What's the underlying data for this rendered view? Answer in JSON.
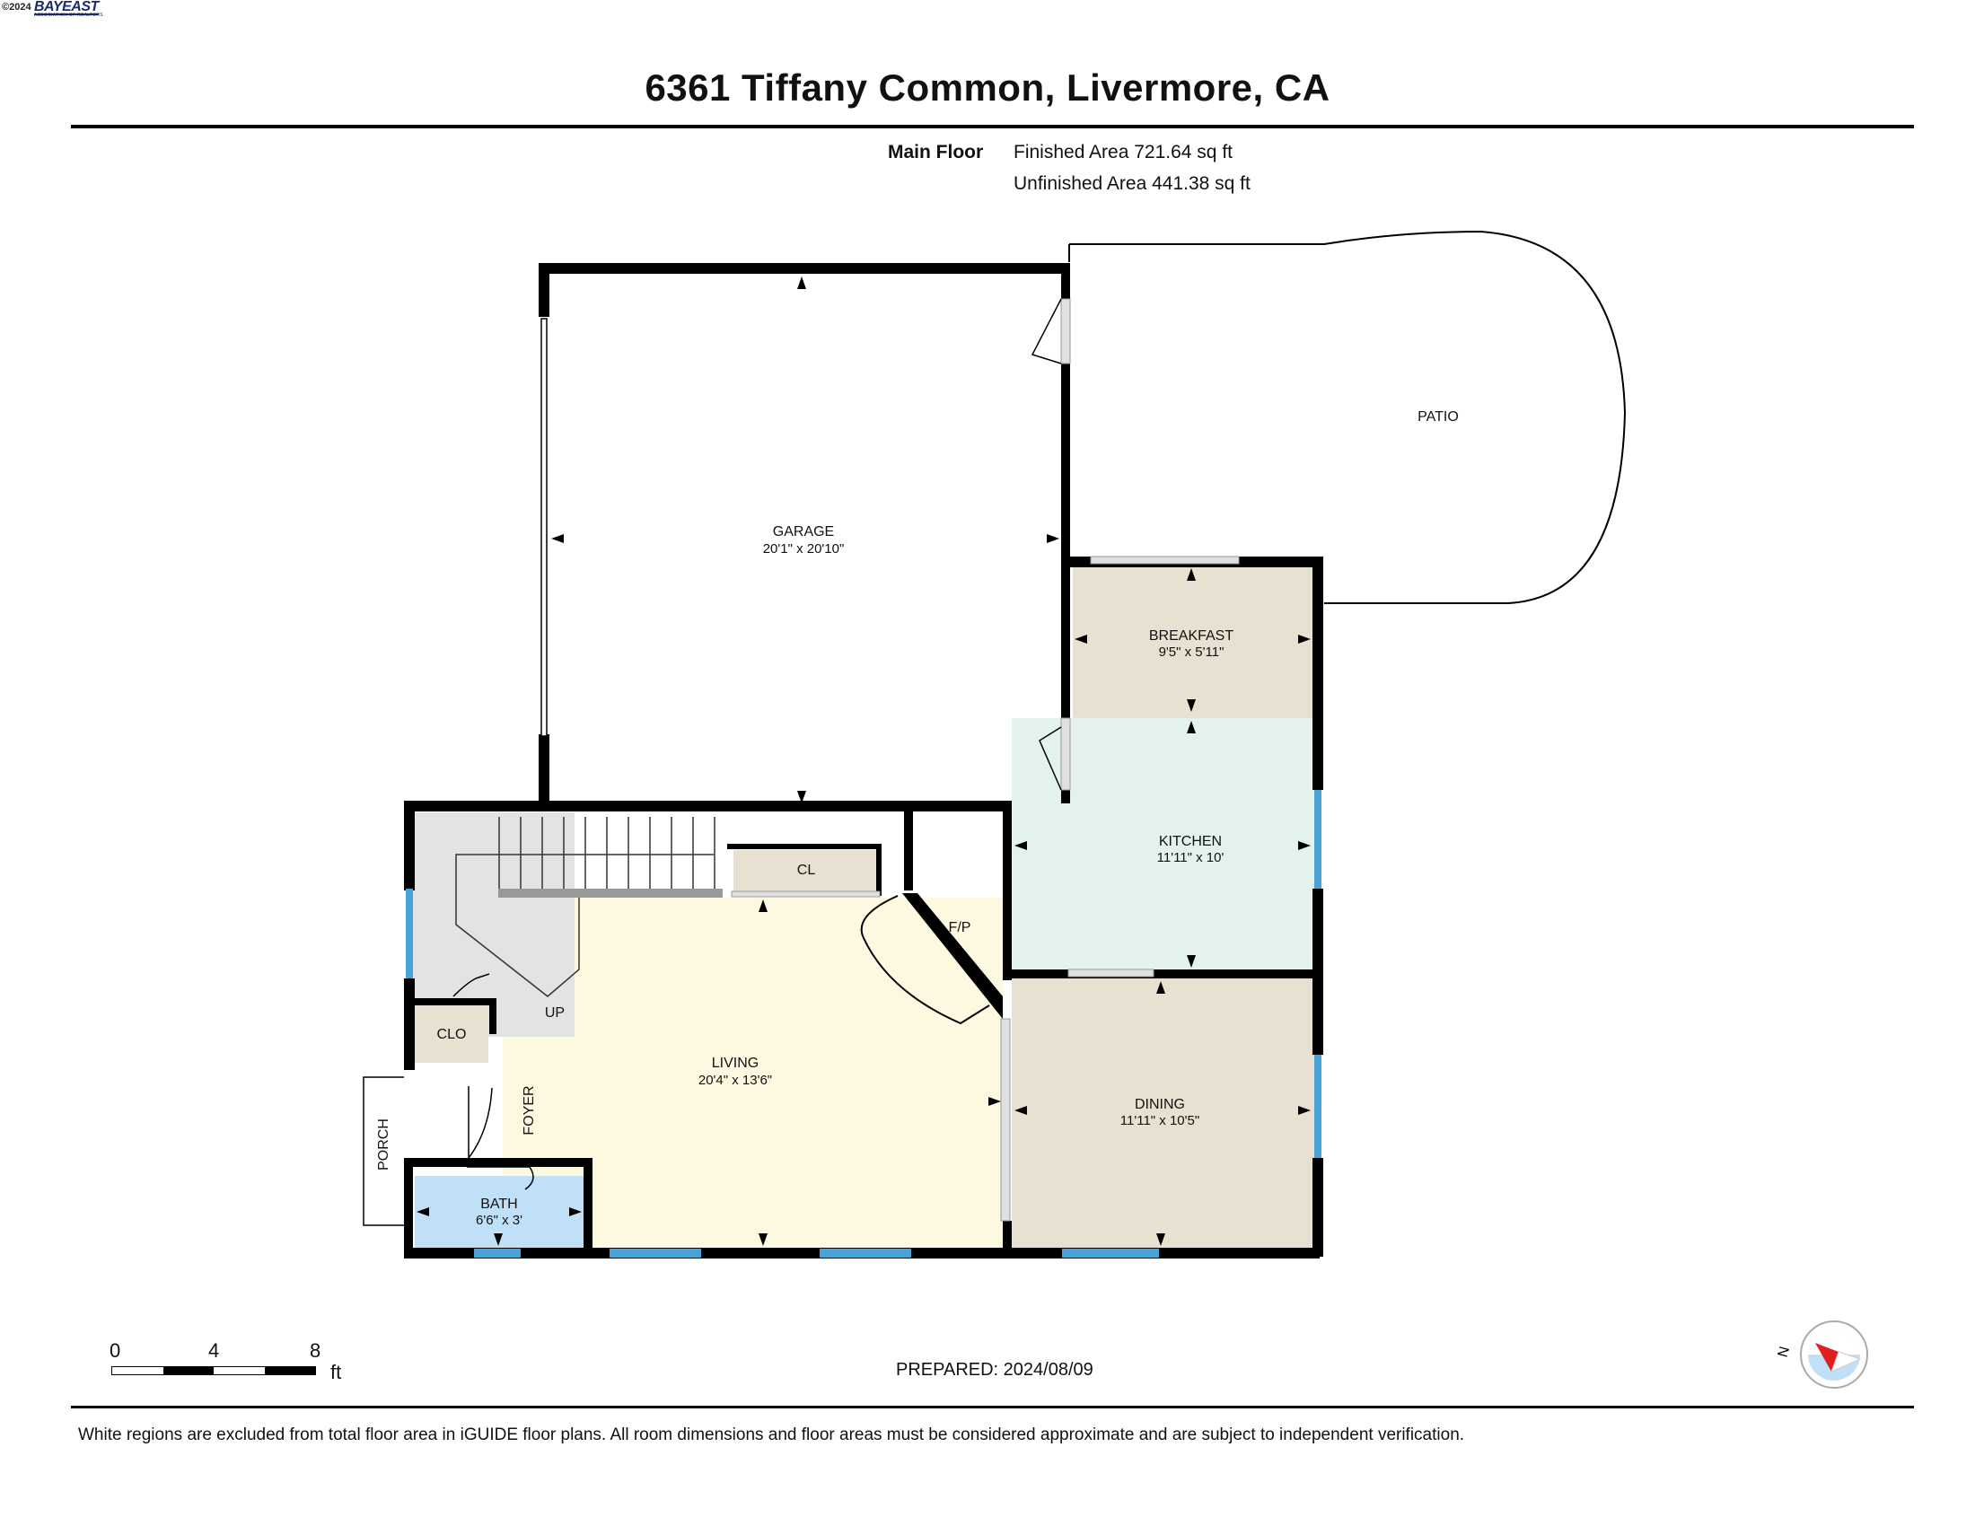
{
  "header": {
    "copyright": "©2024",
    "logo": "BAYEAST",
    "logo_sub": "ASSOCIATION OF REALTORS",
    "title": "6361 Tiffany Common, Livermore, CA"
  },
  "floor": {
    "name": "Main Floor",
    "finished_area": "Finished Area 721.64 sq ft",
    "unfinished_area": "Unfinished Area 441.38 sq ft"
  },
  "rooms": {
    "garage": {
      "label": "GARAGE",
      "dims": "20'1\" x 20'10\""
    },
    "patio": {
      "label": "PATIO"
    },
    "breakfast": {
      "label": "BREAKFAST",
      "dims": "9'5\" x 5'11\""
    },
    "kitchen": {
      "label": "KITCHEN",
      "dims": "11'11\" x 10'"
    },
    "living": {
      "label": "LIVING",
      "dims": "20'4\" x 13'6\""
    },
    "dining": {
      "label": "DINING",
      "dims": "11'11\" x 10'5\""
    },
    "bath": {
      "label": "BATH",
      "dims": "6'6\" x 3'"
    },
    "closet": {
      "label": "CL"
    },
    "clo": {
      "label": "CLO"
    },
    "fireplace": {
      "label": "F/P"
    },
    "stairs": {
      "label": "UP"
    },
    "foyer": {
      "label": "FOYER"
    },
    "porch": {
      "label": "PORCH"
    }
  },
  "colors": {
    "living": "#fdf8e0",
    "kitchen": "#e3f3ec",
    "breakfast": "#e8e0d0",
    "dining": "#e8e0d0",
    "bath": "#bfe0f7",
    "closet": "#e8e0d0",
    "stairs": "#e3e3e3",
    "window": "#4aa3d6",
    "wall": "#000000"
  },
  "scale": {
    "zero": "0",
    "four": "4",
    "eight": "8",
    "unit": "ft"
  },
  "footer": {
    "prepared": "PREPARED: 2024/08/09",
    "disclaimer": "White regions are excluded from total floor area in iGUIDE floor plans. All room dimensions and floor areas must be considered approximate and are subject to independent verification."
  },
  "compass": {
    "north_label": "N",
    "icon": "compass-icon"
  }
}
